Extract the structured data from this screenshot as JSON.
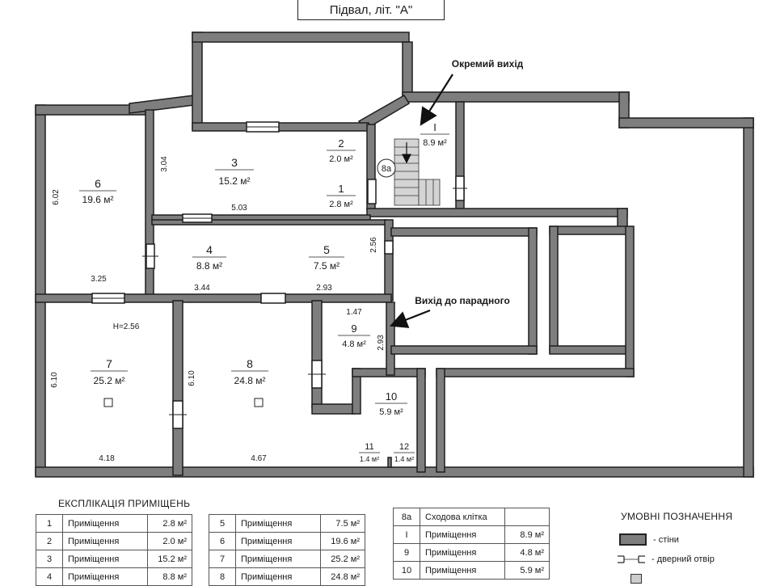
{
  "title": "Підвал,  літ. \"А\"",
  "annotations": {
    "separate_exit": "Окремий вихід",
    "exit_to_entrance": "Вихід до парадного"
  },
  "colors": {
    "wall": "#7e7e7e",
    "wall_outline": "#1e1e1e",
    "text": "#1a1a1a"
  },
  "rooms": [
    {
      "num": "1",
      "area": "2.8 м²"
    },
    {
      "num": "2",
      "area": "2.0 м²"
    },
    {
      "num": "3",
      "area": "15.2 м²"
    },
    {
      "num": "4",
      "area": "8.8 м²"
    },
    {
      "num": "5",
      "area": "7.5 м²"
    },
    {
      "num": "6",
      "area": "19.6 м²"
    },
    {
      "num": "7",
      "area": "25.2 м²"
    },
    {
      "num": "8",
      "area": "24.8 м²"
    },
    {
      "num": "9",
      "area": "4.8 м²"
    },
    {
      "num": "10",
      "area": "5.9 м²"
    },
    {
      "num": "11",
      "area": "1.4 м²"
    },
    {
      "num": "12",
      "area": "1.4 м²"
    },
    {
      "num": "I",
      "area": "8.9 м²"
    }
  ],
  "stair_label": "8а",
  "dimensions": {
    "d_304": "3.04",
    "d_503": "5.03",
    "d_602": "6.02",
    "d_325": "3.25",
    "d_256v": "2.56",
    "d_344": "3.44",
    "d_293": "2.93",
    "d_147": "1.47",
    "d_293v": "2.93",
    "d_H": "H=2.56",
    "d_610a": "6.10",
    "d_610b": "6.10",
    "d_418": "4.18",
    "d_467": "4.67"
  },
  "explication": {
    "title": "ЕКСПЛІКАЦІЯ ПРИМІЩЕНЬ",
    "table1": [
      {
        "num": "1",
        "name": "Приміщення",
        "area": "2.8 м²"
      },
      {
        "num": "2",
        "name": "Приміщення",
        "area": "2.0 м²"
      },
      {
        "num": "3",
        "name": "Приміщення",
        "area": "15.2 м²"
      },
      {
        "num": "4",
        "name": "Приміщення",
        "area": "8.8 м²"
      }
    ],
    "table2": [
      {
        "num": "5",
        "name": "Приміщення",
        "area": "7.5 м²"
      },
      {
        "num": "6",
        "name": "Приміщення",
        "area": "19.6 м²"
      },
      {
        "num": "7",
        "name": "Приміщення",
        "area": "25.2 м²"
      },
      {
        "num": "8",
        "name": "Приміщення",
        "area": "24.8 м²"
      }
    ],
    "table3": [
      {
        "num": "8а",
        "name": "Сходова клітка",
        "area": ""
      },
      {
        "num": "I",
        "name": "Приміщення",
        "area": "8.9 м²"
      },
      {
        "num": "9",
        "name": "Приміщення",
        "area": "4.8 м²"
      },
      {
        "num": "10",
        "name": "Приміщення",
        "area": "5.9 м²"
      }
    ]
  },
  "legend": {
    "title": "УМОВНІ ПОЗНАЧЕННЯ",
    "walls": "- стіни",
    "door": "- дверний отвір"
  }
}
